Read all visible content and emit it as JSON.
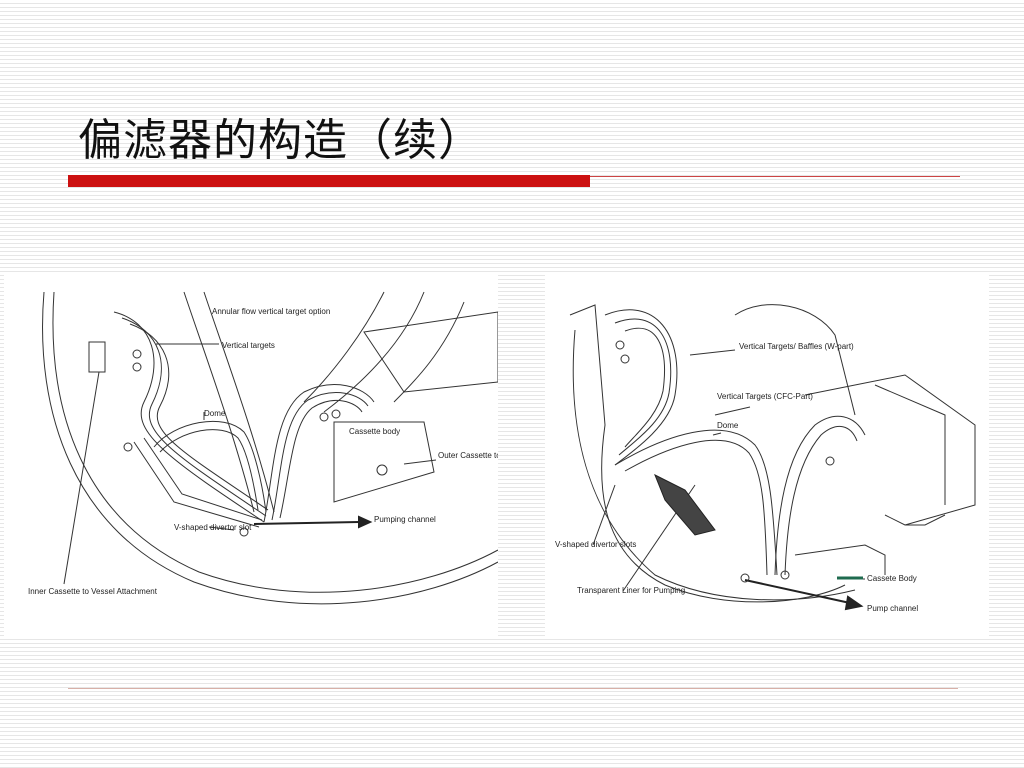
{
  "slide": {
    "title": "偏滤器的构造（续）"
  },
  "colors": {
    "title_bar": "#cc1111",
    "rule": "#cc4444",
    "footer_rule": "#d8b0a8"
  },
  "left_figure": {
    "caption_top": "Annular flow vertical target option",
    "labels": {
      "vertical_targets": "Vertical targets",
      "dome": "Dome",
      "cassette_body": "Cassette body",
      "outer_attachment": "Outer Cassette to Vessel Attachment",
      "v_slot": "V-shaped divertor slot",
      "pumping_channel": "Pumping channel",
      "inner_attachment": "Inner Cassette to Vessel Attachment"
    }
  },
  "right_figure": {
    "labels": {
      "vertical_targets_baffles": "Vertical Targets/ Baffles (W-part)",
      "vertical_targets_cfc": "Vertical Targets (CFC-Part)",
      "dome": "Dome",
      "v_slots": "V-shaped divertor slots",
      "liner": "Transparent Liner for Pumping",
      "cassette_body": "Cassete Body",
      "pump_channel": "Pump channel"
    }
  }
}
